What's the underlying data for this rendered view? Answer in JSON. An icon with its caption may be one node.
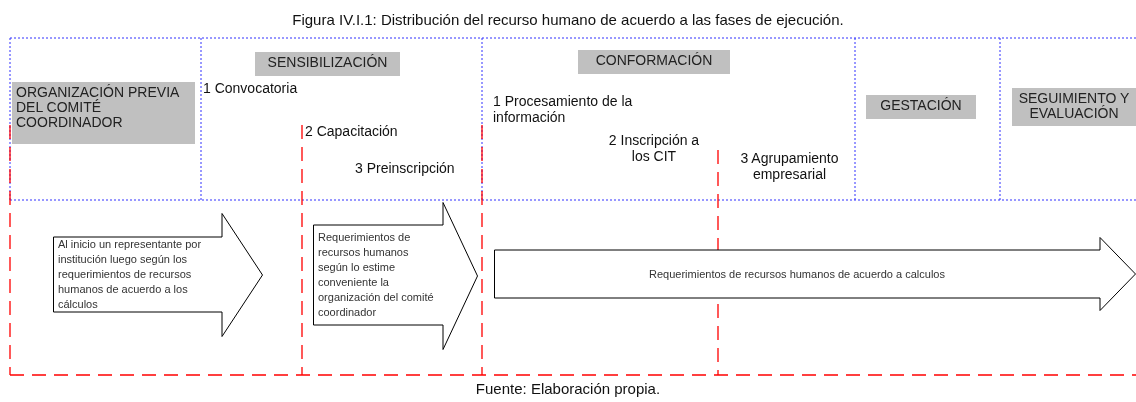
{
  "diagram": {
    "title": "Figura  IV.I.1: Distribución del recurso humano de acuerdo a las fases de ejecución.",
    "caption": "Fuente:   Elaboración propia.",
    "nodes": [
      {
        "text": [
          "ORGANIZACIÓN PREVIA DEL COMITÉ COORDINADOR"
        ]
      },
      {
        "text": [
          "SENSIBILIZACIÓN"
        ]
      },
      {
        "text": [
          "CONFORMACIÓN"
        ]
      },
      {
        "text": [
          "GESTACIÓN"
        ]
      },
      {
        "text": [
          "SEGUIMIENTO Y EVALUACIÓN"
        ]
      },
      {
        "text": [
          "Al inicio un representante por institución luego según los requerimientos de recursos humanos de acuerdo a los cálculos"
        ]
      },
      {
        "text": [
          "Requerimientos de recursos humanos según lo estime conveniente la organización del comité coordinador"
        ]
      },
      {
        "text": [
          "Requerimientos de recursos humanos de acuerdo a calculos"
        ]
      }
    ],
    "edges": [],
    "labels": [
      "1  Convocatoria",
      "2  Capacitación",
      "3  Preinscripción",
      "1  Procesamiento de la información",
      "2  Inscripción a los CIT",
      "3  Agrupamiento empresarial"
    ]
  }
}
